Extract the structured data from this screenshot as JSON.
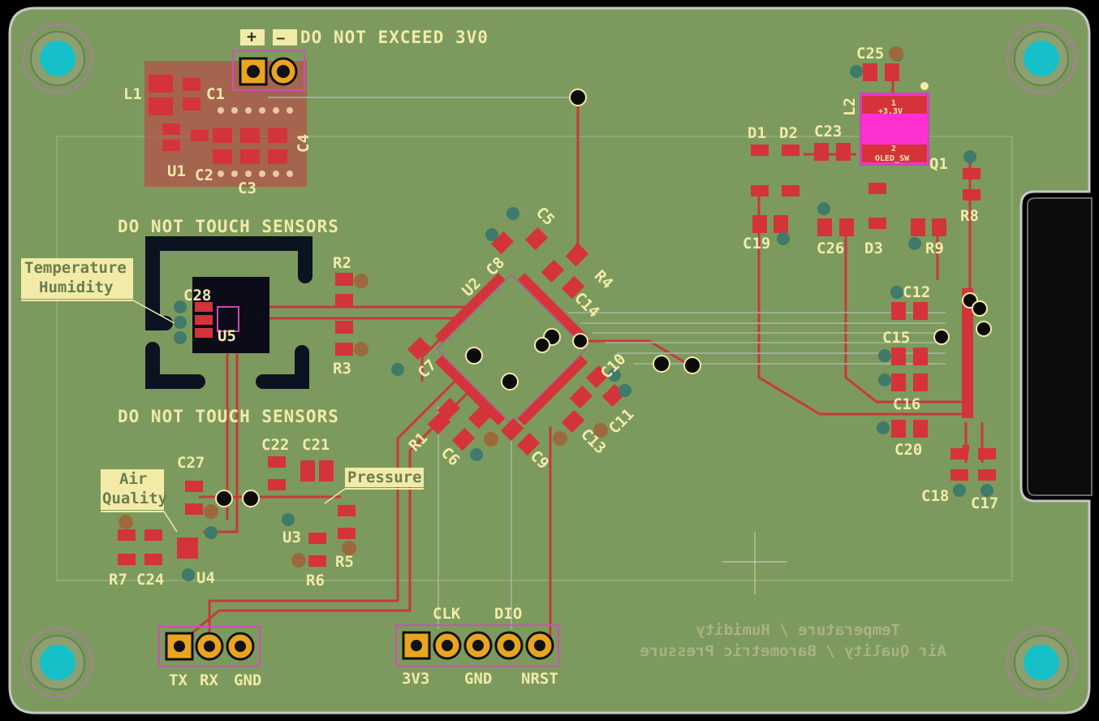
{
  "board": {
    "colors": {
      "substrate": "#7c9a5d",
      "edge": "#c8c8c8",
      "copper": "#c8383d",
      "pad": "#d4333a",
      "via": "#0b0b0b",
      "silkscreen": "#f2eba8",
      "courtyard": "#c04ab8",
      "mounting_hole": "#16c0c8",
      "highlight": "#ff2fd0"
    }
  },
  "notices": {
    "power_plus": "+",
    "power_minus": "—",
    "power_warning": "DO NOT EXCEED 3V0",
    "touch_warning_top": "DO NOT TOUCH SENSORS",
    "touch_warning_bottom": "DO NOT TOUCH SENSORS"
  },
  "labels": {
    "temp_humidity": [
      "Temperature",
      "Humidity"
    ],
    "air_quality": [
      "Air",
      "Quality"
    ],
    "pressure": "Pressure"
  },
  "headers": {
    "uart": [
      "TX",
      "RX",
      "GND"
    ],
    "swd_top": [
      "CLK",
      "DIO"
    ],
    "swd_bottom": [
      "3V3",
      "GND",
      "NRST"
    ]
  },
  "back_silk": [
    "Temperature / Humidity",
    "Air Quality / Barometric Pressure"
  ],
  "l2_pins": {
    "pin1": "1",
    "net1": "+3.3V",
    "pin2": "2",
    "net2": "OLED_SW"
  },
  "designators": {
    "L1": "L1",
    "C1": "C1",
    "U1": "U1",
    "C2": "C2",
    "C3": "C3",
    "C4": "C4",
    "C25": "C25",
    "L2": "L2",
    "D1": "D1",
    "D2": "D2",
    "C23": "C23",
    "Q1": "Q1",
    "R8": "R8",
    "C19": "C19",
    "C26": "C26",
    "D3": "D3",
    "R9": "R9",
    "C12": "C12",
    "C15": "C15",
    "C16": "C16",
    "C20": "C20",
    "C18": "C18",
    "C17": "C17",
    "C28": "C28",
    "U5": "U5",
    "R2": "R2",
    "R3": "R3",
    "U2": "U2",
    "C5": "C5",
    "C8": "C8",
    "R4": "R4",
    "C14": "C14",
    "C7": "C7",
    "C10": "C10",
    "C11": "C11",
    "C13": "C13",
    "C9": "C9",
    "C6": "C6",
    "R1": "R1",
    "C22": "C22",
    "C21": "C21",
    "C27": "C27",
    "U3": "U3",
    "R5": "R5",
    "R6": "R6",
    "R7": "R7",
    "C24": "C24",
    "U4": "U4"
  }
}
